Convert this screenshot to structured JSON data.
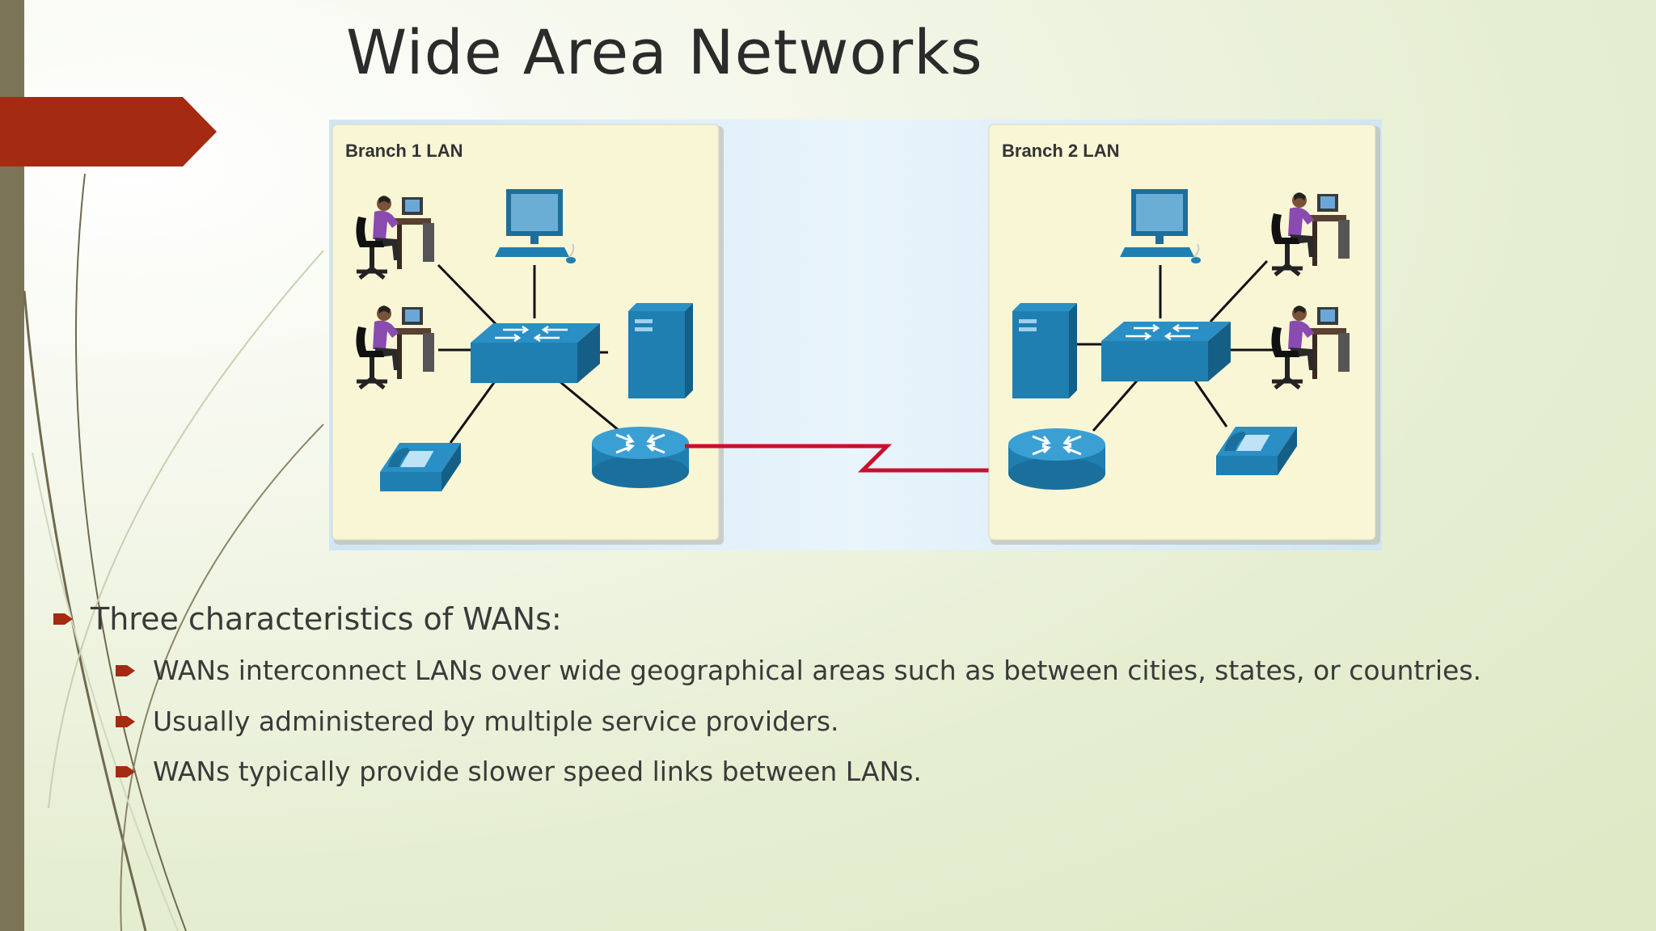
{
  "slide": {
    "title": "Wide Area Networks"
  },
  "diagram": {
    "branch1_label": "Branch 1 LAN",
    "branch2_label": "Branch 2 LAN",
    "wan_link_color": "#c8102e",
    "device_color": "#1f7fb0"
  },
  "bullets": {
    "heading": "Three characteristics of WANs:",
    "items": [
      "WANs interconnect LANs over wide geographical areas such as between cities, states, or countries.",
      "Usually administered by multiple service providers.",
      "WANs typically provide slower speed links between LANs."
    ]
  },
  "theme": {
    "accent": "#a52a12",
    "left_bar": "#7c7457"
  }
}
